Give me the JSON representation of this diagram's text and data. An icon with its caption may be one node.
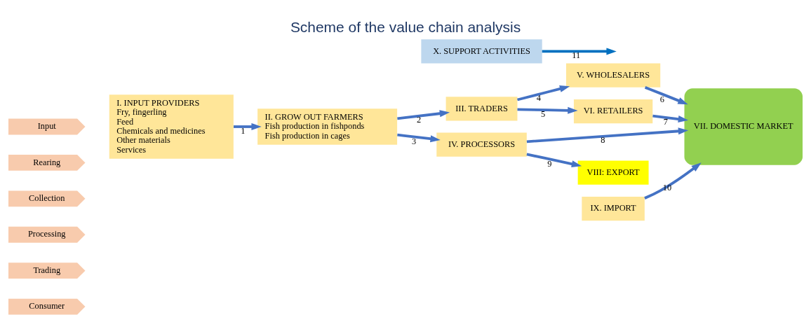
{
  "diagram": {
    "title": "Scheme of the value chain analysis",
    "nodes": [
      {
        "text": [
          "Input"
        ]
      },
      {
        "text": [
          "Rearing"
        ]
      },
      {
        "text": [
          "Collection"
        ]
      },
      {
        "text": [
          "Processing"
        ]
      },
      {
        "text": [
          "Trading"
        ]
      },
      {
        "text": [
          "Consumer"
        ]
      },
      {
        "text": [
          "I. INPUT PROVIDERS",
          "Fry, fingerling",
          "Feed",
          "Chemicals and medicines",
          "Other materials",
          "Services"
        ]
      },
      {
        "text": [
          "II. GROW OUT FARMERS",
          "Fish production in fishponds",
          "Fish production in cages"
        ]
      },
      {
        "text": [
          "III. TRADERS"
        ]
      },
      {
        "text": [
          "IV. PROCESSORS"
        ]
      },
      {
        "text": [
          "V. WHOLESALERS"
        ]
      },
      {
        "text": [
          "VI. RETAILERS"
        ]
      },
      {
        "text": [
          "VII. DOMESTIC MARKET"
        ]
      },
      {
        "text": [
          "IX. IMPORT"
        ]
      },
      {
        "text": [
          "VIII: EXPORT"
        ]
      },
      {
        "text": [
          "X. SUPPORT ACTIVITIES"
        ]
      }
    ],
    "edges": [
      {
        "from": 6,
        "to": 7,
        "arrow": "to",
        "label": "1"
      },
      {
        "from": 7,
        "to": 8,
        "arrow": "to",
        "label": "2"
      },
      {
        "from": 7,
        "to": 9,
        "arrow": "to",
        "label": "3"
      },
      {
        "from": 8,
        "to": 10,
        "arrow": "to",
        "label": "4"
      },
      {
        "from": 8,
        "to": 11,
        "arrow": "to",
        "label": "5"
      },
      {
        "from": 10,
        "to": 12,
        "arrow": "to",
        "label": "6"
      },
      {
        "from": 11,
        "to": 12,
        "arrow": "to",
        "label": "7"
      },
      {
        "from": 9,
        "to": 12,
        "arrow": "to",
        "label": "8"
      },
      {
        "from": 9,
        "to": 14,
        "arrow": "to",
        "label": "9"
      },
      {
        "from": 13,
        "to": 12,
        "arrow": "to",
        "label": "10"
      },
      {
        "from": 15,
        "to": null,
        "arrow": "to",
        "label": "11",
        "color": "#0070c0"
      }
    ]
  }
}
